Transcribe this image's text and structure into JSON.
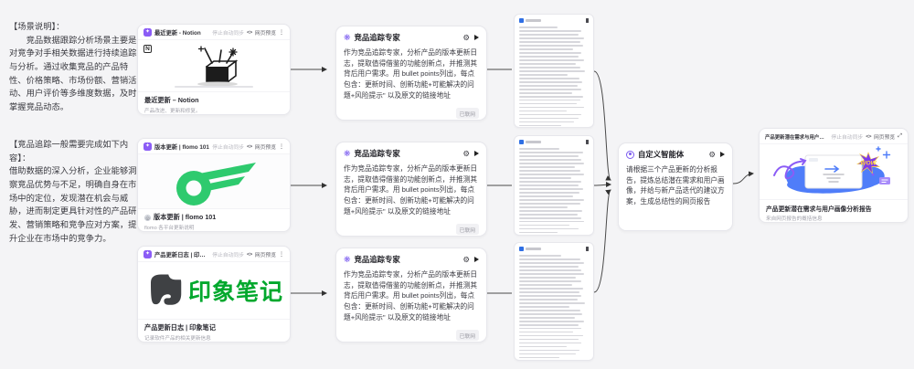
{
  "left_panel": {
    "p1_title": "【场景说明】：",
    "p1_body": "　　竞品数据跟踪分析场景主要是对竞争对手相关数据进行持续追踪与分析。通过收集竞品的产品特性、价格策略、市场份额、营销活动、用户评价等多维度数据，及时掌握竞品动态。",
    "p2_title": "【竞品追踪一般需要完成如下内容】：",
    "p2_body": "借助数据的深入分析，企业能够洞察竞品优势与不足，明确自身在市场中的定位，发现潜在机会与威胁，进而制定更具针对性的产品研发、营销策略和竞争应对方案，提升企业在市场中的竞争力。"
  },
  "source_cards": [
    {
      "header_title": "最近更新 - Notion",
      "sync_label": "停止自动同步",
      "code_icon": "<>",
      "preview_label": "网页预览",
      "footer_title": "最近更新 – Notion",
      "footer_subtitle": "产品改进、更新和修复。",
      "brand": "notion",
      "logo_letter": "N"
    },
    {
      "header_title": "版本更新 | flomo 101",
      "sync_label": "停止自动同步",
      "code_icon": "<>",
      "preview_label": "网页预览",
      "footer_title": "版本更新 | flomo 101",
      "footer_subtitle": "flomo 各平台更新说明",
      "brand": "flomo"
    },
    {
      "header_title": "产品更新日志 | 印象笔记",
      "sync_label": "停止自动同步",
      "code_icon": "<>",
      "preview_label": "网页预览",
      "footer_title": "产品更新日志 | 印象笔记",
      "footer_subtitle": "记录软件产品的相关更新信息",
      "brand": "evernote",
      "logo_text": "印象笔记"
    }
  ],
  "expert_nodes": [
    {
      "title": "竞品追踪专家",
      "prompt": "作为竞品追踪专家，分析产品的版本更新日志，提取值得借鉴的功能创新点，并推测其背后用户需求。用 bullet points列出，每点包含：更新时间、创新功能+可能解决的问题+风险提示\" 以及原文的链接地址",
      "badge": "已联网"
    },
    {
      "title": "竞品追踪专家",
      "prompt": "作为竞品追踪专家，分析产品的版本更新日志，提取值得借鉴的功能创新点，并推测其背后用户需求。用 bullet points列出，每点包含：更新时间、创新功能+可能解决的问题+风险提示\" 以及原文的链接地址",
      "badge": "已联网"
    },
    {
      "title": "竞品追踪专家",
      "prompt": "作为竞品追踪专家，分析产品的版本更新日志，提取值得借鉴的功能创新点，并推测其背后用户需求。用 bullet points列出，每点包含：更新时间、创新功能+可能解决的问题+风险提示\" 以及原文的链接地址",
      "badge": "已联网"
    }
  ],
  "output_nodes": [
    {
      "line_widths": [
        55,
        90,
        85,
        94,
        88,
        92,
        78,
        90,
        86,
        93,
        82,
        88,
        95,
        70,
        87,
        91,
        84,
        90,
        76,
        92,
        88,
        83,
        94,
        68,
        90,
        86,
        79,
        60
      ]
    },
    {
      "line_widths": [
        58,
        92,
        86,
        90,
        94,
        80,
        88,
        93,
        75,
        90,
        85,
        92,
        87,
        78,
        93,
        88,
        70,
        91,
        84,
        89,
        94,
        72,
        86,
        55
      ]
    },
    {
      "line_widths": [
        60,
        88,
        93,
        85,
        90,
        94,
        82,
        89,
        76,
        92,
        87,
        90,
        84,
        95,
        73,
        88,
        91,
        80,
        93,
        86,
        89,
        77,
        92,
        85,
        90,
        68,
        87,
        82,
        58
      ]
    }
  ],
  "agent_node": {
    "title": "自定义智能体",
    "prompt": "请根据三个产品更新的分析报告，提炼总结潜在需求和用户画像，并给与新产品迭代的建议方案，生成总结性的网页报告"
  },
  "report_card": {
    "header_title": "产品更新潜在需求与用户画像分析报告",
    "sync_label": "停止自动同步",
    "code_icon": "<>",
    "preview_label": "网页预览",
    "footer_title": "产品更新潜在需求与用户画像分析报告",
    "footer_subtitle": "来自网页报告的概括信息",
    "wow_text": "WOW"
  },
  "colors": {
    "canvas_bg": "#f4f4f6",
    "accent_purple": "#8b5cf6",
    "flomo_green": "#2eca6e",
    "evernote_green": "#00a82d",
    "blob_blue": "#4f7df9",
    "wire": "#3c3c3c"
  }
}
